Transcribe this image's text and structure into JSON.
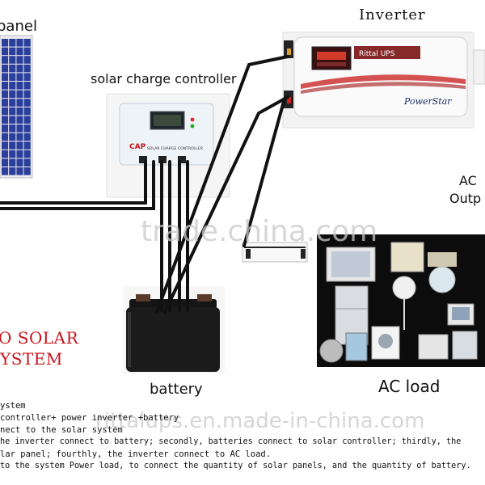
{
  "labels": {
    "solar_panel": "panel",
    "charge_controller": "solar charge controller",
    "inverter": "Inverter",
    "ac_output_line1": "AC",
    "ac_output_line2": "Outp",
    "battery": "battery",
    "ac_load": "AC load"
  },
  "device_text": {
    "controller_brand": "CAP",
    "controller_name": "SOLAR CHARGE CONTROLLER",
    "inverter_badge": "Rittal UPS",
    "inverter_brand": "PowerStar"
  },
  "system_title": {
    "line1": "O SOLAR",
    "line2": "YSTEM"
  },
  "notes": [
    "ystem",
    " controller+ power inverter +battery",
    "nect to the solar system",
    "he inverter connect to battery; secondly, batteries connect to solar controller; thirdly, the",
    "lar panel; fourthly, the inverter connect to AC load.",
    " to the system Power load, to connect the quantity of solar panels, and the quantity of battery."
  ],
  "watermarks": {
    "center": "trade.china.com",
    "bottom": "rittalups.en.made-in-china.com"
  },
  "colors": {
    "wire": "#111111",
    "title_red": "#c8141a",
    "panel_blue": "#2b3f9a"
  }
}
